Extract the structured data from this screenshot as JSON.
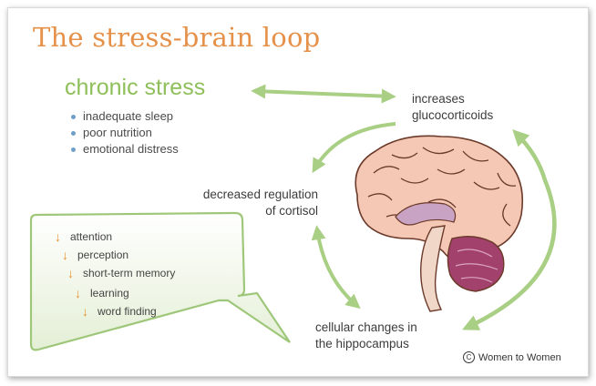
{
  "title": "The stress-brain loop",
  "chronic_stress": {
    "heading": "chronic stress",
    "causes": [
      "inadequate sleep",
      "poor nutrition",
      "emotional distress"
    ]
  },
  "nodes": {
    "glucocorticoids": [
      "increases",
      "glucocorticoids"
    ],
    "cortisol": [
      "decreased regulation",
      "of cortisol"
    ],
    "hippocampus": [
      "cellular changes in",
      "the hippocampus"
    ]
  },
  "effects": [
    "attention",
    "perception",
    "short-term memory",
    "learning",
    "word finding"
  ],
  "credit": "Women to Women",
  "colors": {
    "title": "#e6914a",
    "accent_green": "#8fbf5a",
    "arrow_green": "#a9cf84",
    "down_arrow": "#e6922f",
    "bullet": "#6f9fc9"
  }
}
